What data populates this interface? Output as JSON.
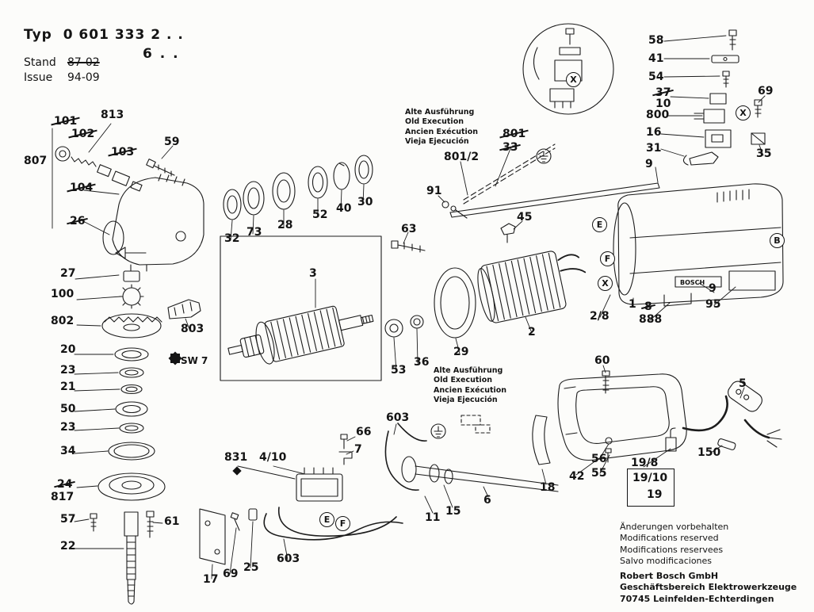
{
  "header": {
    "typ_label": "Typ",
    "typ_value": "0 601 333 2 . .",
    "typ_value2": "6 . .",
    "stand_label": "Stand",
    "stand_value": "87-02",
    "issue_label": "Issue",
    "issue_value": "94-09"
  },
  "notes": {
    "old_execution": [
      "Alte Ausführung",
      "Old Execution",
      "Ancien Exécution",
      "Vieja Ejecución"
    ]
  },
  "footer": {
    "line1": "Änderungen vorbehalten",
    "line2": "Modifications reserved",
    "line3": "Modifications reservees",
    "line4": "Salvo modificaciones",
    "company1": "Robert Bosch GmbH",
    "company2": "Geschäftsbereich Elektrowerkzeuge",
    "company3": "70745 Leinfelden-Echterdingen"
  },
  "brand": "BOSCH",
  "wrench_size": "SW 7",
  "circled": {
    "x": "X",
    "e": "E",
    "f": "F",
    "b": "B"
  },
  "parts": {
    "p813": {
      "label": "813"
    },
    "p101": {
      "label": "101"
    },
    "p102": {
      "label": "102"
    },
    "p103": {
      "label": "103"
    },
    "p807": {
      "label": "807"
    },
    "p104": {
      "label": "104"
    },
    "p26": {
      "label": "26"
    },
    "p59": {
      "label": "59"
    },
    "p27": {
      "label": "27"
    },
    "p100": {
      "label": "100"
    },
    "p802": {
      "label": "802"
    },
    "p803": {
      "label": "803"
    },
    "p20": {
      "label": "20"
    },
    "p23a": {
      "label": "23"
    },
    "p21": {
      "label": "21"
    },
    "p50": {
      "label": "50"
    },
    "p23b": {
      "label": "23"
    },
    "p34": {
      "label": "34"
    },
    "p24": {
      "label": "24"
    },
    "p817": {
      "label": "817"
    },
    "p57": {
      "label": "57"
    },
    "p22": {
      "label": "22"
    },
    "p61": {
      "label": "61"
    },
    "p17": {
      "label": "17"
    },
    "p69a": {
      "label": "69"
    },
    "p25": {
      "label": "25"
    },
    "p603a": {
      "label": "603"
    },
    "p831": {
      "label": "831"
    },
    "p410": {
      "label": "4/10"
    },
    "p66": {
      "label": "66"
    },
    "p7": {
      "label": "7"
    },
    "p603b": {
      "label": "603"
    },
    "p11": {
      "label": "11"
    },
    "p15": {
      "label": "15"
    },
    "p6": {
      "label": "6"
    },
    "p18": {
      "label": "18"
    },
    "p42": {
      "label": "42"
    },
    "p56": {
      "label": "56"
    },
    "p55": {
      "label": "55"
    },
    "p198": {
      "label": "19/8"
    },
    "p1910": {
      "label": "19/10"
    },
    "p19": {
      "label": "19"
    },
    "p60": {
      "label": "60"
    },
    "p150": {
      "label": "150"
    },
    "p5": {
      "label": "5"
    },
    "p3": {
      "label": "3"
    },
    "p32": {
      "label": "32"
    },
    "p73": {
      "label": "73"
    },
    "p28": {
      "label": "28"
    },
    "p52": {
      "label": "52"
    },
    "p40": {
      "label": "40"
    },
    "p30": {
      "label": "30"
    },
    "p53": {
      "label": "53"
    },
    "p36": {
      "label": "36"
    },
    "p29": {
      "label": "29"
    },
    "p2": {
      "label": "2"
    },
    "p2_8": {
      "label": "2/8"
    },
    "p1": {
      "label": "1"
    },
    "p8": {
      "label": "8"
    },
    "p888": {
      "label": "888"
    },
    "p9_plate": {
      "label": "9"
    },
    "p95": {
      "label": "95"
    },
    "p91": {
      "label": "91"
    },
    "p63": {
      "label": "63"
    },
    "p45": {
      "label": "45"
    },
    "p801": {
      "label": "801"
    },
    "p33": {
      "label": "33"
    },
    "p801_2": {
      "label": "801/2"
    },
    "p58": {
      "label": "58"
    },
    "p41": {
      "label": "41"
    },
    "p54": {
      "label": "54"
    },
    "p37": {
      "label": "37"
    },
    "p10": {
      "label": "10"
    },
    "p800": {
      "label": "800"
    },
    "p16": {
      "label": "16"
    },
    "p31": {
      "label": "31"
    },
    "p9_rod": {
      "label": "9"
    },
    "p69b": {
      "label": "69"
    },
    "p35": {
      "label": "35"
    }
  }
}
